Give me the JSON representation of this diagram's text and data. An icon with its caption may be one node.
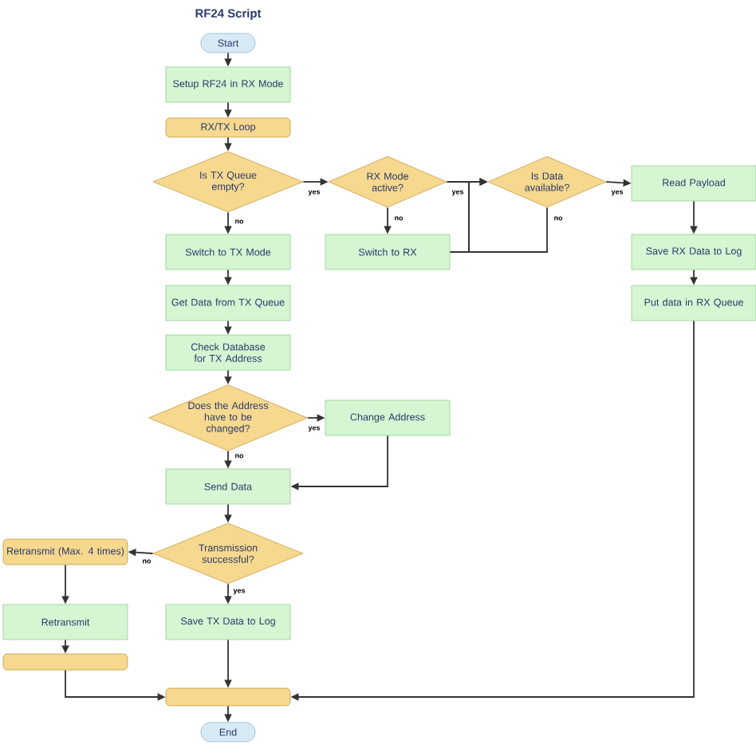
{
  "diagram": {
    "title": "RF24 Script",
    "nodes": [
      {
        "text": [
          "Start"
        ]
      },
      {
        "text": [
          "Setup RF24 in RX Mode"
        ]
      },
      {
        "text": [
          "RX/TX Loop"
        ]
      },
      {
        "text": [
          "Is TX Queue empty?"
        ]
      },
      {
        "text": [
          "RX Mode active?"
        ]
      },
      {
        "text": [
          "Is Data available?"
        ]
      },
      {
        "text": [
          "Read Payload"
        ]
      },
      {
        "text": [
          "Switch to TX Mode"
        ]
      },
      {
        "text": [
          "Switch to RX"
        ]
      },
      {
        "text": [
          "Save RX Data to Log"
        ]
      },
      {
        "text": [
          "Get Data from TX Queue"
        ]
      },
      {
        "text": [
          "Put data in RX Queue"
        ]
      },
      {
        "text": [
          "Check Database for TX Address"
        ]
      },
      {
        "text": [
          "Does the Address have to be changed?"
        ]
      },
      {
        "text": [
          "Change Address"
        ]
      },
      {
        "text": [
          "Send Data"
        ]
      },
      {
        "text": [
          "Retransmit (Max. 4 times)"
        ]
      },
      {
        "text": [
          "Transmission successful?"
        ]
      },
      {
        "text": [
          "Retransmit"
        ]
      },
      {
        "text": [
          "Save TX Data to Log"
        ]
      },
      {
        "text": [],
        "shape": "bar"
      },
      {
        "text": [],
        "shape": "bar"
      },
      {
        "text": [
          "End"
        ]
      }
    ],
    "edges": [
      {
        "from": 0,
        "to": 1,
        "arrow": "to"
      },
      {
        "from": 1,
        "to": 2,
        "arrow": "to"
      },
      {
        "from": 2,
        "to": 3,
        "arrow": "to"
      },
      {
        "from": 3,
        "to": 4,
        "arrow": "to",
        "label": "yes"
      },
      {
        "from": 3,
        "to": 7,
        "arrow": "to",
        "label": "no"
      },
      {
        "from": 4,
        "to": 5,
        "arrow": "to",
        "label": "yes"
      },
      {
        "from": 4,
        "to": 8,
        "arrow": "to",
        "label": "no"
      },
      {
        "from": 8,
        "to": 5,
        "arrow": "to"
      },
      {
        "from": 5,
        "to": 5,
        "arrow": "to",
        "label": "no"
      },
      {
        "from": 5,
        "to": 6,
        "arrow": "to",
        "label": "yes"
      },
      {
        "from": 6,
        "to": 9,
        "arrow": "to"
      },
      {
        "from": 9,
        "to": 11,
        "arrow": "to"
      },
      {
        "from": 11,
        "to": 21,
        "arrow": "to"
      },
      {
        "from": 7,
        "to": 10,
        "arrow": "to"
      },
      {
        "from": 10,
        "to": 12,
        "arrow": "to"
      },
      {
        "from": 12,
        "to": 13,
        "arrow": "to"
      },
      {
        "from": 13,
        "to": 14,
        "arrow": "to",
        "label": "yes"
      },
      {
        "from": 13,
        "to": 15,
        "arrow": "to",
        "label": "no"
      },
      {
        "from": 14,
        "to": 15,
        "arrow": "to"
      },
      {
        "from": 15,
        "to": 17,
        "arrow": "to"
      },
      {
        "from": 17,
        "to": 16,
        "arrow": "to",
        "label": "no"
      },
      {
        "from": 17,
        "to": 19,
        "arrow": "to",
        "label": "yes"
      },
      {
        "from": 16,
        "to": 18,
        "arrow": "to"
      },
      {
        "from": 18,
        "to": 20,
        "arrow": "to"
      },
      {
        "from": 20,
        "to": 21,
        "arrow": "to"
      },
      {
        "from": 19,
        "to": 21,
        "arrow": "to"
      },
      {
        "from": 21,
        "to": 22,
        "arrow": "to"
      }
    ]
  }
}
